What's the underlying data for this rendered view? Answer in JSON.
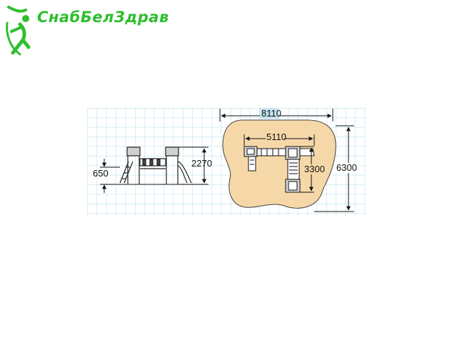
{
  "brand": {
    "name": "СнабБелЗдрав",
    "accent_color": "#2fbf2f",
    "logo_icon": "running-figure-icon"
  },
  "side_view": {
    "dims": {
      "height_total": "2270",
      "platform_height": "650"
    }
  },
  "plan_view": {
    "dims": {
      "overall_length": "8110",
      "overall_width": "6300",
      "equipment_length": "5110",
      "equipment_width": "3300"
    },
    "surface_color": "#f6d8a8"
  },
  "grid_color": "#bfe2ee"
}
